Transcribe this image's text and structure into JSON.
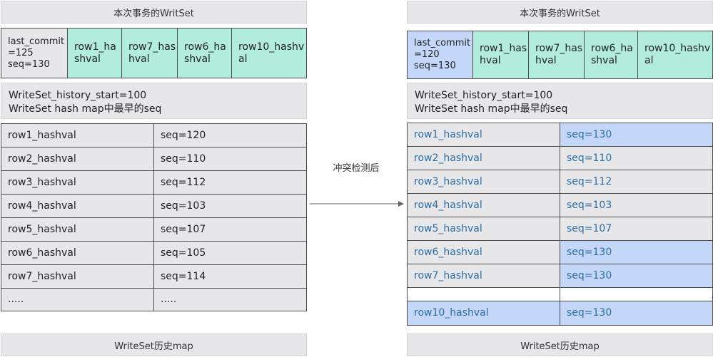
{
  "left": {
    "title": "本次事务的WritSet",
    "header_row": [
      "last_commit=125\nseq=130",
      "row1_hashval",
      "row7_hashval",
      "row6_hashval",
      "row10_hashval"
    ],
    "history_start": "WriteSet_history_start=100",
    "hash_map_note": "WriteSet hash map中最早的seq",
    "rows": [
      [
        "row1_hashval",
        "seq=120"
      ],
      [
        "row2_hashval",
        "seq=110"
      ],
      [
        "row3_hashval",
        "seq=112"
      ],
      [
        "row4_hashval",
        "seq=103"
      ],
      [
        "row5_hashval",
        "seq=107"
      ],
      [
        "row6_hashval",
        "seq=105"
      ],
      [
        "row7_hashval",
        "seq=114"
      ],
      [
        ".....",
        "....."
      ]
    ],
    "footer": "WriteSet历史map"
  },
  "arrow_label": "冲突检测后",
  "right": {
    "title": "本次事务的WritSet",
    "header_row": [
      "last_commit=120\nseq=130",
      "row1_hashval",
      "row7_hashval",
      "row6_hashval",
      "row10_hashval"
    ],
    "history_start": "WriteSet_history_start=100",
    "hash_map_note": "WriteSet hash map中最早的seq",
    "rows": [
      [
        "row1_hashval",
        "seq=130"
      ],
      [
        "row2_hashval",
        "seq=110"
      ],
      [
        "row3_hashval",
        "seq=112"
      ],
      [
        "row4_hashval",
        "seq=103"
      ],
      [
        "row5_hashval",
        "seq=107"
      ],
      [
        "row6_hashval",
        "seq=130"
      ],
      [
        "row7_hashval",
        "seq=130"
      ],
      [
        "",
        ""
      ]
    ],
    "extra_row": [
      "row10_hashval",
      "seq=130"
    ],
    "footer": "WriteSet历史map"
  },
  "colors": {
    "panel_gray": "#e7e7ea",
    "teal": "#b2ecdd",
    "updated_blue": "#c5d7f8",
    "blue_text": "#2c6da3"
  }
}
